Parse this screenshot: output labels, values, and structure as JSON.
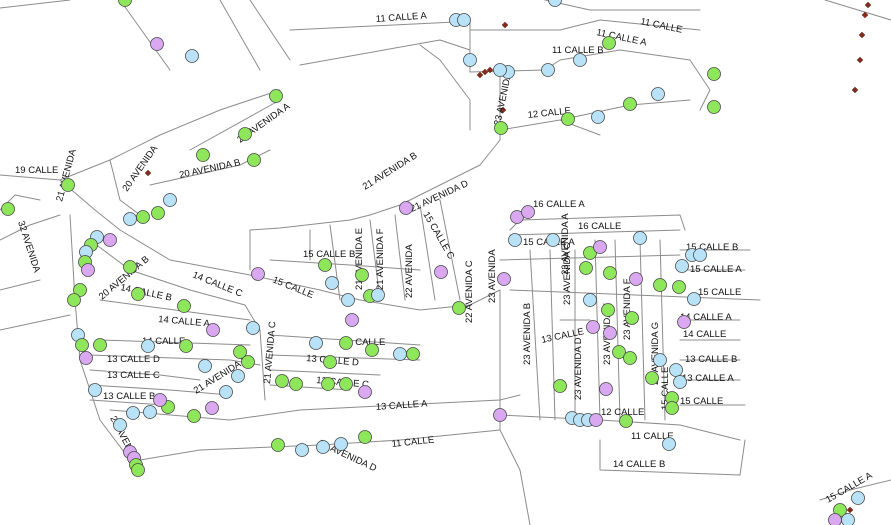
{
  "map": {
    "colors": {
      "street": "#8c8c8c",
      "label": "#111111",
      "background": "#ffffff",
      "boundary_dots": "#8a2a1a"
    },
    "point_legend": {
      "green": "#8ee65a",
      "blue": "#b8e2f7",
      "purple": "#d9a8f0"
    },
    "street_labels": [
      "11 CALLE A",
      "11 CALLE",
      "11 CALLE A",
      "11 CALLE B",
      "12 CALLE",
      "23 AVENIDA",
      "19 CALLE",
      "20 AVENIDA",
      "20 AVENIDA B",
      "20 AVENIDA A",
      "21 AVENIDA",
      "32 AVENIDA",
      "21 AVENIDA B",
      "21 AVENIDA D",
      "15 CALLE C",
      "16 CALLE A",
      "16 CALLE",
      "15 CALLE A",
      "15 CALLE B",
      "15 CALLE A",
      "15 CALLE",
      "15 CALLE B",
      "21 AVENIDA E",
      "21 AVENIDA F",
      "22 AVENIDA",
      "23 AVENIDA",
      "22 AVENIDA C",
      "14 CALLE C",
      "15 CALLE",
      "20 AVENIDA B",
      "14 CALLE B",
      "14 CALLE A",
      "14 CALLE",
      "13 CALLE D",
      "13 CALLE C",
      "13 CALLE B",
      "14 CALLE",
      "13 CALLE D",
      "13 CALLE C",
      "21 AVENIDA B",
      "21 AVENIDA C",
      "13 CALLE A",
      "21 AVENIDA",
      "11 CALLE",
      "21 AVENIDA D",
      "23 AVENIDA B",
      "23 AVENIDA C",
      "23 AVENIDA A",
      "23 AVENIDA D",
      "23 AVENIDA E",
      "23 AVENIDA F",
      "23 AVENIDA G",
      "15 CALLE",
      "13 CALLE",
      "12 CALLE",
      "11 CALLE",
      "14 CALLE B",
      "14 CALLE A",
      "14 CALLE",
      "13 CALLE B",
      "13 CALLE A",
      "15 CALLE",
      "15 CALLE A",
      "15 CALLE B"
    ]
  }
}
